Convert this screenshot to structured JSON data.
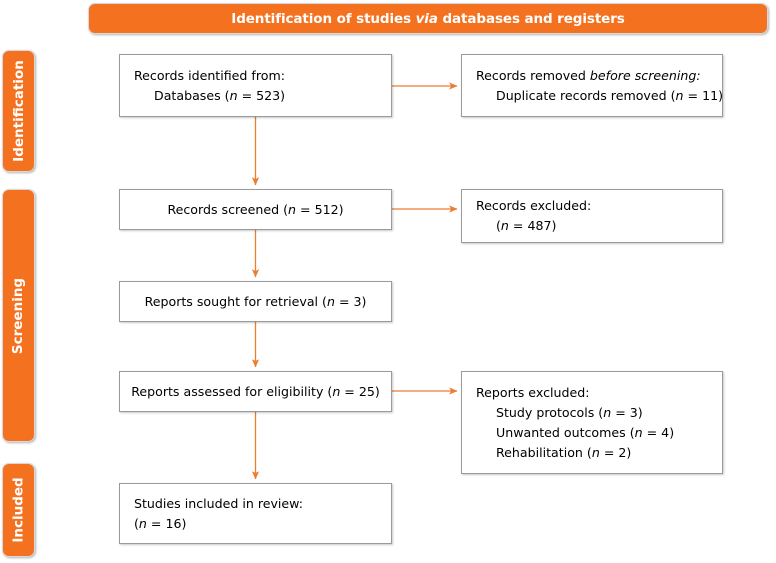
{
  "banner": {
    "text_before": "Identification of studies ",
    "text_italic": "via",
    "text_after": " databases and registers",
    "full": "Identification of studies via databases and registers"
  },
  "bands": [
    {
      "id": "identification",
      "label": "Identification"
    },
    {
      "id": "screening",
      "label": "Screening"
    },
    {
      "id": "included",
      "label": "Included"
    }
  ],
  "boxes": {
    "identified": {
      "line1": "Records identified from:",
      "line2_pre": "Databases (",
      "line2_italic": "n",
      "line2_post": " = 523)"
    },
    "removed": {
      "line1_pre": "Records removed ",
      "line1_italic": "before screening:",
      "line2_pre": "Duplicate records removed (",
      "line2_italic": "n",
      "line2_post": " = 11)"
    },
    "screened": {
      "line1_pre": "Records screened (",
      "line1_italic": "n",
      "line1_post": " = 512)"
    },
    "records_excluded": {
      "line1": "Records excluded:",
      "line2_pre": "(",
      "line2_italic": "n",
      "line2_post": " = 487)"
    },
    "sought": {
      "line1_pre": "Reports sought for retrieval (",
      "line1_italic": "n",
      "line1_post": " = 3)"
    },
    "assessed": {
      "line1_pre": "Reports assessed for eligibility (",
      "line1_italic": "n",
      "line1_post": " = 25)"
    },
    "reports_excluded": {
      "line1": "Reports excluded:",
      "line2_pre": "Study protocols (",
      "line2_italic": "n",
      "line2_post": " = 3)",
      "line3_pre": "Unwanted outcomes (",
      "line3_italic": "n",
      "line3_post": " = 4)",
      "line4_pre": "Rehabilitation (",
      "line4_italic": "n",
      "line4_post": " = 2)"
    },
    "included_review": {
      "line1": "Studies included in review:",
      "line2_pre": "(",
      "line2_italic": "n",
      "line2_post": " = 16)"
    }
  },
  "counts": {
    "databases_identified": 523,
    "duplicates_removed": 11,
    "records_screened": 512,
    "records_excluded": 487,
    "reports_sought": 3,
    "reports_assessed": 25,
    "excluded_study_protocols": 3,
    "excluded_unwanted_outcomes": 4,
    "excluded_rehabilitation": 2,
    "studies_included": 16
  },
  "colors": {
    "accent_orange": "#F4711F",
    "connector_orange": "#ED7D31",
    "box_border": "#9A9A9A",
    "banner_text": "#FFFFFF",
    "background": "#FFFFFF"
  }
}
